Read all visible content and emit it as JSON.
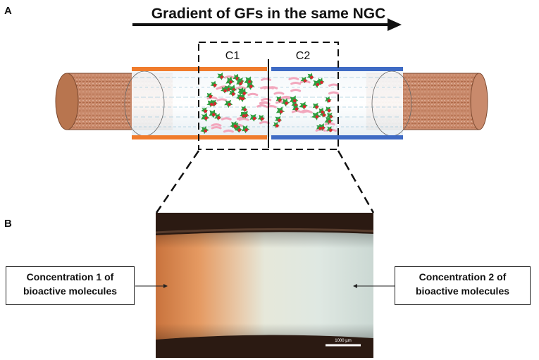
{
  "panel_a": {
    "letter": "A",
    "title": "Gradient of GFs in the same NGC",
    "compartment_1": "C1",
    "compartment_2": "C2",
    "colors": {
      "nerve": "#c47f5e",
      "compartment_1_wall": "#f07c2c",
      "compartment_2_wall": "#3f6bc4",
      "growth_factor": "#2e9e3e",
      "cell_dot": "#d8262e",
      "fibre": "#f2a7bd"
    }
  },
  "panel_b": {
    "letter": "B",
    "label_left": "Concentration 1 of bioactive molecules",
    "label_right": "Concentration 2 of bioactive molecules",
    "scale_bar": "1000 µm"
  }
}
